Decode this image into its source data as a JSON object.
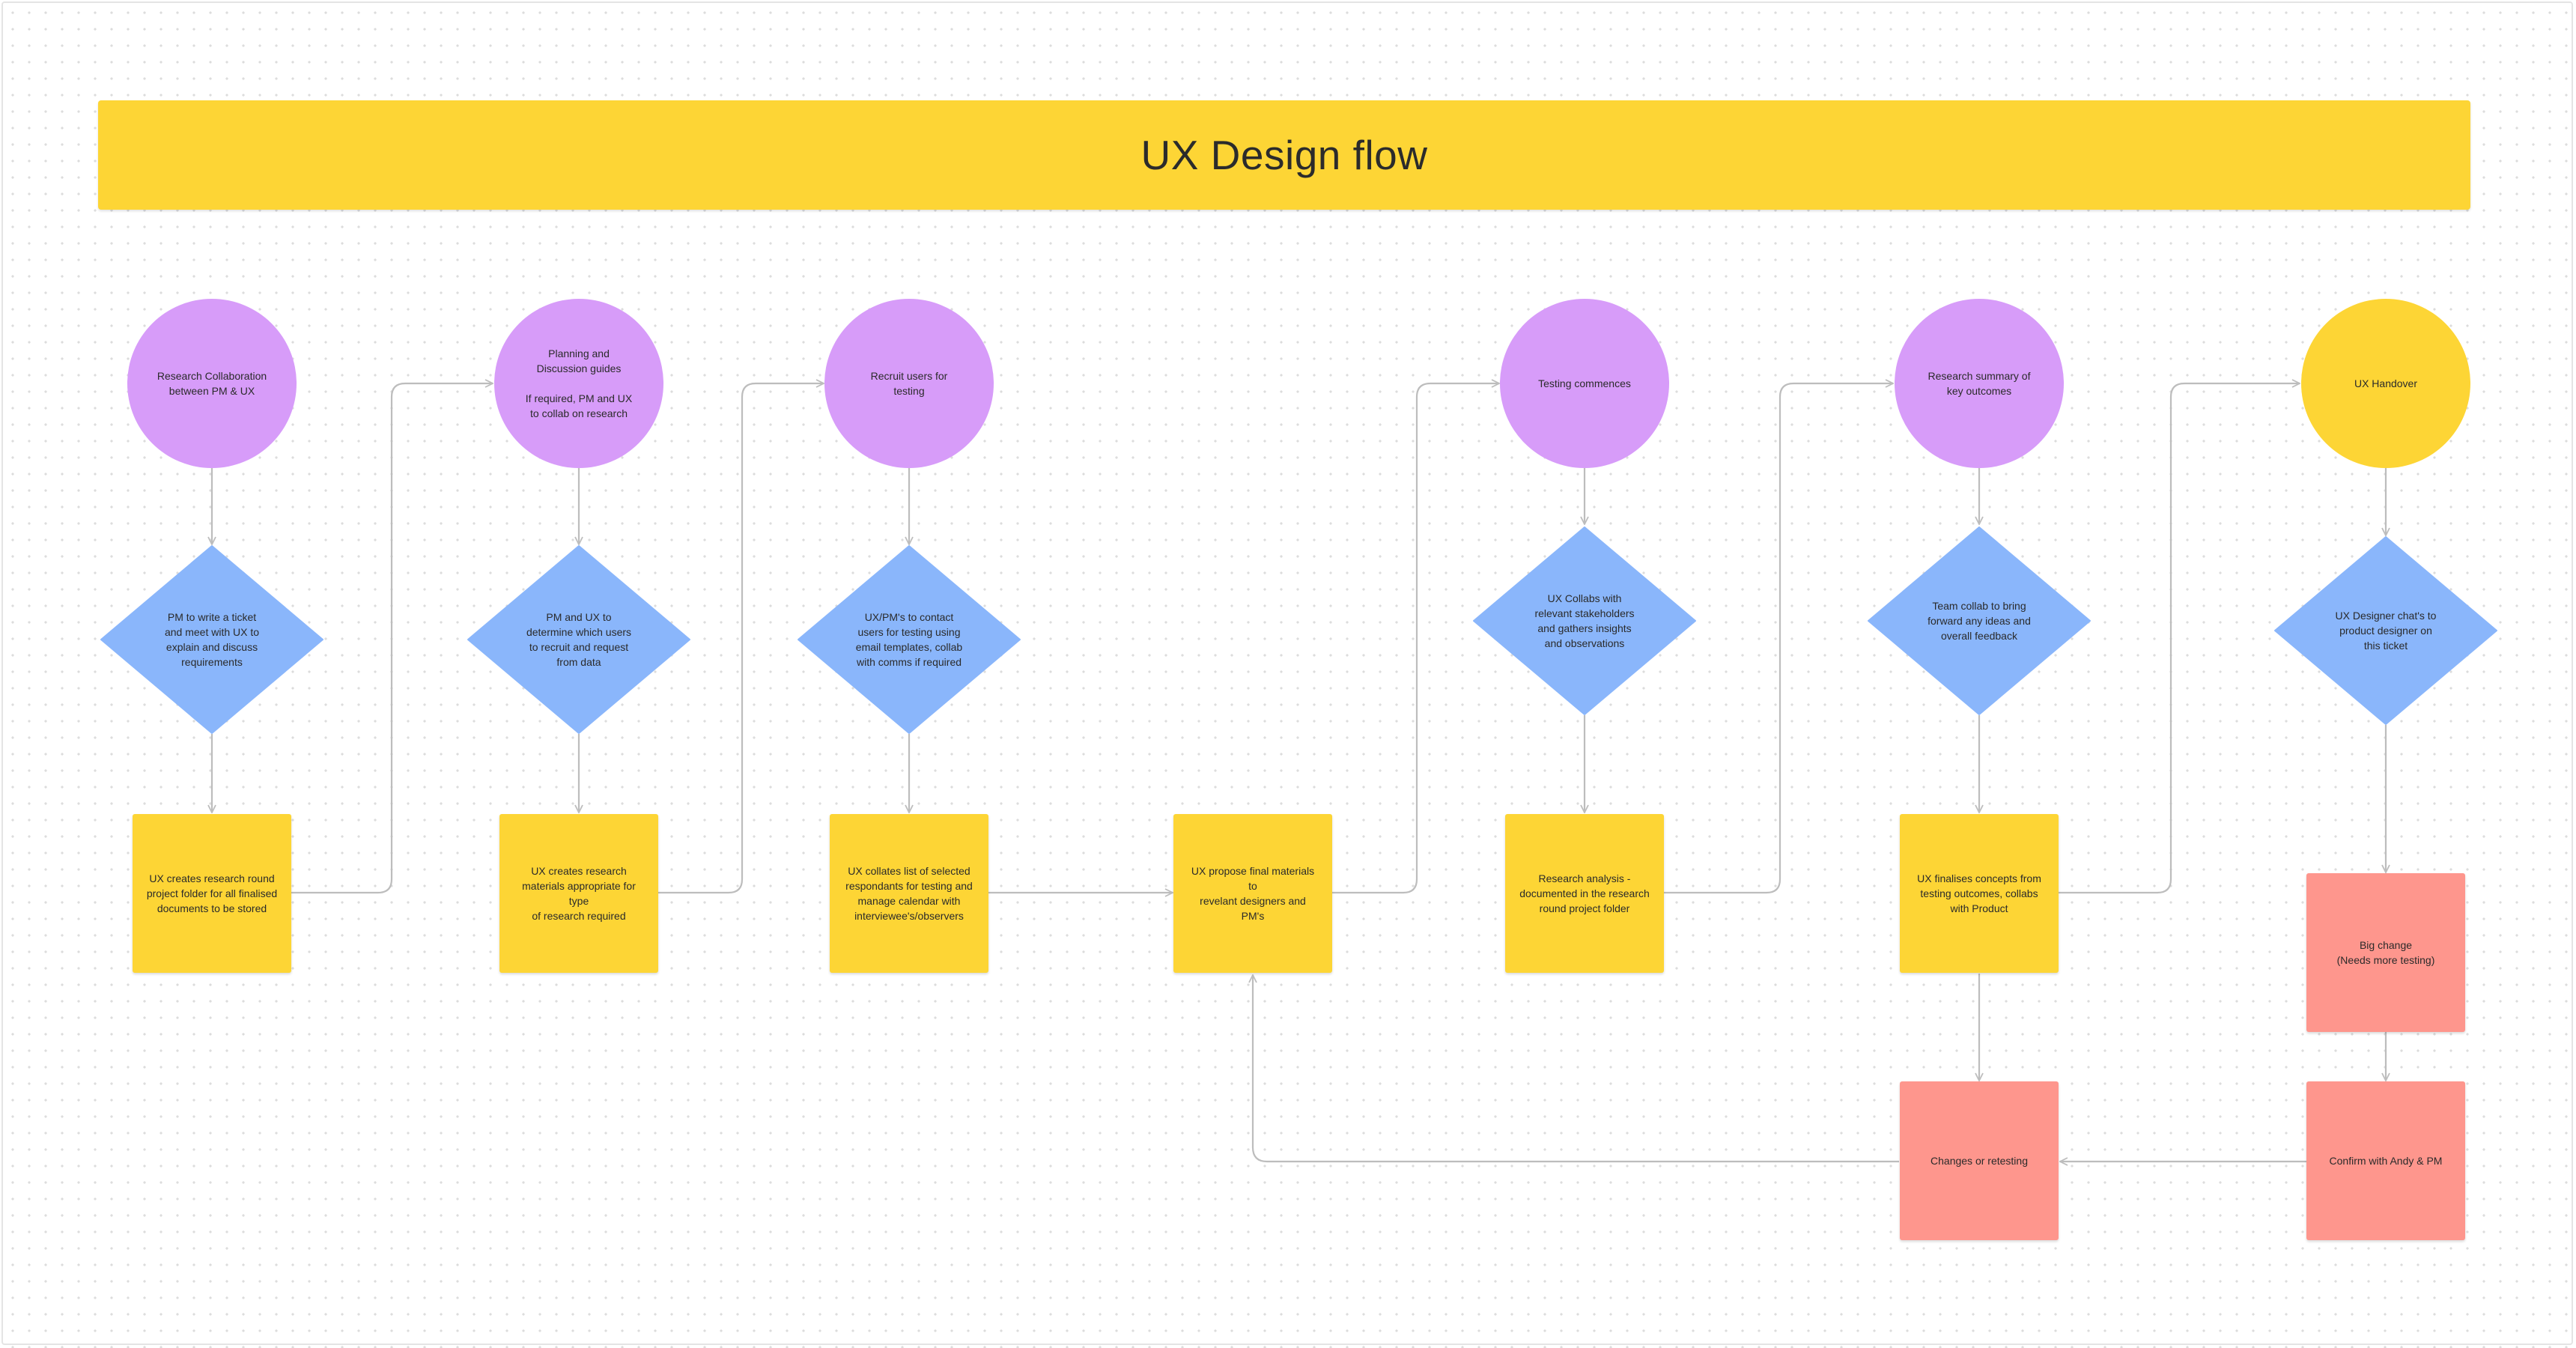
{
  "title": "UX Design flow",
  "colors": {
    "banner": "#fdd535",
    "start_node": "#d79cf9",
    "end_node": "#fdd535",
    "decision": "#8ab6fb",
    "process": "#fdd535",
    "alert": "#fe968d",
    "connector": "#bdbdbd"
  },
  "nodes": {
    "c1": "Research Collaboration\nbetween PM & UX",
    "c2": "Planning and\nDiscussion guides\n\nIf required, PM and UX\nto collab on research",
    "c3": "Recruit users for\ntesting",
    "c4": "Testing commences",
    "c5": "Research summary of\nkey outcomes",
    "c6": "UX Handover",
    "d1": "PM to write a ticket\nand meet with UX to\nexplain and discuss\nrequirements",
    "d2": "PM and UX to\ndetermine which users\nto recruit and request\nfrom data",
    "d3": "UX/PM's to contact\nusers for testing using\nemail templates, collab\nwith comms if required",
    "d4": "UX Collabs with\nrelevant stakeholders\nand gathers insights\nand observations",
    "d5": "Team collab to bring\nforward any ideas and\noverall feedback",
    "d6": "UX Designer chat's to\nproduct designer on\nthis ticket",
    "b1": "UX creates research round\nproject folder for all finalised\ndocuments to be stored",
    "b2": "UX creates research\nmaterials appropriate for type\nof research required",
    "b3": "UX collates list of selected\nrespondants for testing and\nmanage calendar with\ninterviewee's/observers",
    "b4": "UX propose final materials to\nrevelant designers and PM's",
    "b5": "Research analysis -\ndocumented in the research\nround project folder",
    "b6": "UX finalises concepts from\ntesting outcomes, collabs\nwith Product",
    "r1": "Big change\n(Needs more testing)",
    "r2": "Changes or retesting",
    "r3": "Confirm with Andy & PM"
  }
}
